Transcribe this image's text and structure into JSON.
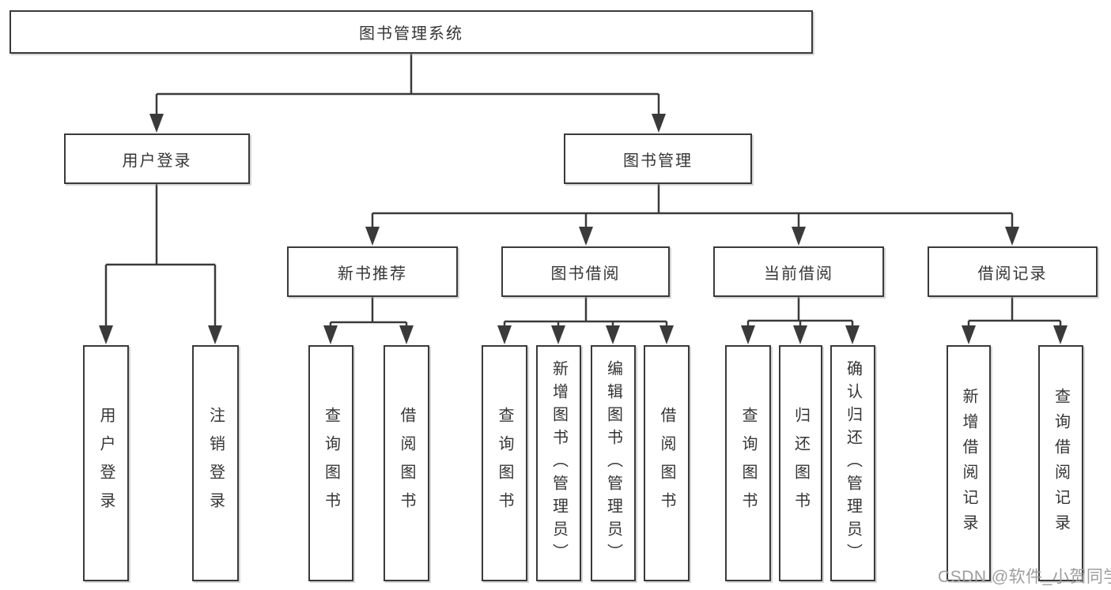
{
  "watermark": "CSDN @软件_小贺同学",
  "colors": {
    "line": "#3a3a3a",
    "box_border": "#3a3a3a",
    "box_fill": "#ffffff",
    "text": "#353535",
    "watermark": "#9d9d9d"
  },
  "tree": {
    "root": {
      "label": "图书管理系统"
    },
    "branches": [
      {
        "label": "用户登录",
        "children": [
          {
            "label": "用户登录"
          },
          {
            "label": "注销登录"
          }
        ]
      },
      {
        "label": "图书管理",
        "children": [
          {
            "label": "新书推荐",
            "children": [
              {
                "label": "查询图书"
              },
              {
                "label": "借阅图书"
              }
            ]
          },
          {
            "label": "图书借阅",
            "children": [
              {
                "label": "查询图书"
              },
              {
                "label": "新增图书（管理员）"
              },
              {
                "label": "编辑图书（管理员）"
              },
              {
                "label": "借阅图书"
              }
            ]
          },
          {
            "label": "当前借阅",
            "children": [
              {
                "label": "查询图书"
              },
              {
                "label": "归还图书"
              },
              {
                "label": "确认归还（管理员）"
              }
            ]
          },
          {
            "label": "借阅记录",
            "children": [
              {
                "label": "新增借阅记录"
              },
              {
                "label": "查询借阅记录"
              }
            ]
          }
        ]
      }
    ]
  }
}
